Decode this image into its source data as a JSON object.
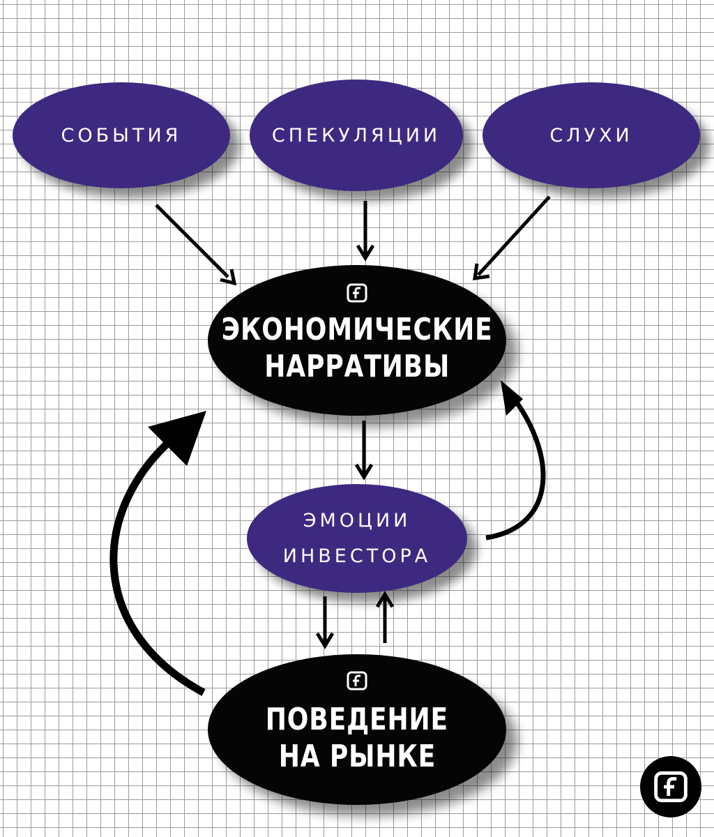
{
  "nodes": {
    "events": "События",
    "speculation": "Спекуляции",
    "rumors": "Слухи",
    "narratives": {
      "line1": "Экономические",
      "line2": "нарративы"
    },
    "emotions": {
      "line1": "Эмоции",
      "line2": "инвестора"
    },
    "market": {
      "line1": "Поведение",
      "line2": "на рынке"
    }
  },
  "colors": {
    "purple_node": "#3d2a80",
    "black_node": "#050505",
    "grid_line": "#9a9a9a",
    "text": "#ffffff"
  },
  "icons": {
    "brand_logo": "fs-logo-icon"
  }
}
